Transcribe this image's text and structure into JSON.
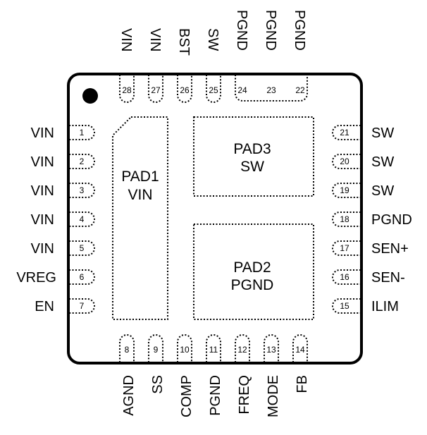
{
  "pins": {
    "left": [
      {
        "num": "1",
        "name": "VIN"
      },
      {
        "num": "2",
        "name": "VIN"
      },
      {
        "num": "3",
        "name": "VIN"
      },
      {
        "num": "4",
        "name": "VIN"
      },
      {
        "num": "5",
        "name": "VIN"
      },
      {
        "num": "6",
        "name": "VREG"
      },
      {
        "num": "7",
        "name": "EN"
      }
    ],
    "bottom": [
      {
        "num": "8",
        "name": "AGND"
      },
      {
        "num": "9",
        "name": "SS"
      },
      {
        "num": "10",
        "name": "COMP"
      },
      {
        "num": "11",
        "name": "PGND"
      },
      {
        "num": "12",
        "name": "FREQ"
      },
      {
        "num": "13",
        "name": "MODE"
      },
      {
        "num": "14",
        "name": "FB"
      }
    ],
    "right": [
      {
        "num": "15",
        "name": "ILIM"
      },
      {
        "num": "16",
        "name": "SEN-"
      },
      {
        "num": "17",
        "name": "SEN+"
      },
      {
        "num": "18",
        "name": "PGND"
      },
      {
        "num": "19",
        "name": "SW"
      },
      {
        "num": "20",
        "name": "SW"
      },
      {
        "num": "21",
        "name": "SW"
      }
    ],
    "top": [
      {
        "num": "22",
        "name": "PGND"
      },
      {
        "num": "23",
        "name": "PGND"
      },
      {
        "num": "24",
        "name": "PGND"
      },
      {
        "num": "25",
        "name": "SW"
      },
      {
        "num": "26",
        "name": "BST"
      },
      {
        "num": "27",
        "name": "VIN"
      },
      {
        "num": "28",
        "name": "VIN"
      }
    ]
  },
  "pads": [
    {
      "id": "pad1",
      "line1": "PAD1",
      "line2": "VIN"
    },
    {
      "id": "pad2",
      "line1": "PAD2",
      "line2": "PGND"
    },
    {
      "id": "pad3",
      "line1": "PAD3",
      "line2": "SW"
    }
  ],
  "colors": {
    "outline": "#000000",
    "background": "#ffffff"
  }
}
